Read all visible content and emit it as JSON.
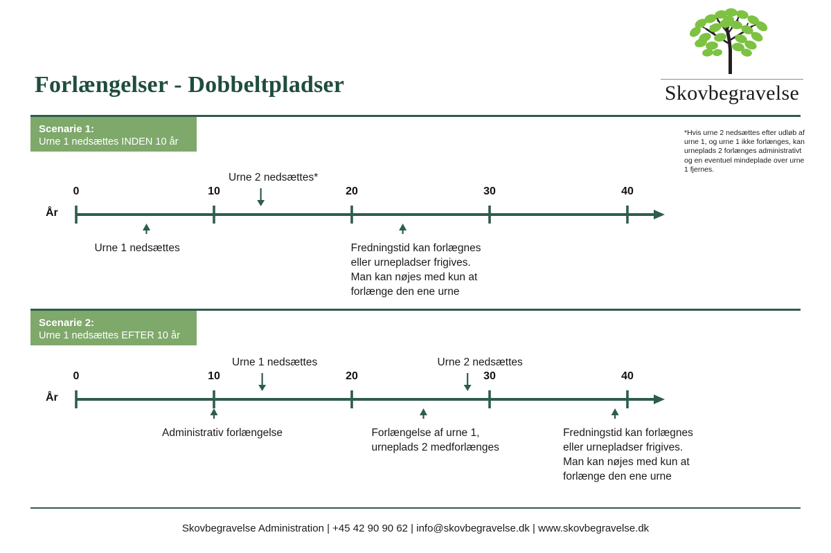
{
  "document": {
    "title": "Forlængelser - Dobbeltpladser"
  },
  "brand": {
    "name": "Skovbegravelse",
    "logo_icon": "tree-icon",
    "green_dark": "#2e5d4b",
    "green_mid": "#7fa86b",
    "leaf_green": "#7dc242",
    "trunk": "#231f20"
  },
  "note": {
    "text": "*Hvis urne 2 nedsættes efter udløb af urne 1, og urne 1 ikke forlænges, kan urneplads 2 forlænges administrativt og en eventuel mindeplade over urne 1 fjernes."
  },
  "scenarios": [
    {
      "banner_title": "Scenarie 1:",
      "banner_subtitle": "Urne 1 nedsættes INDEN 10 år",
      "axis_label": "År",
      "ticks": [
        {
          "value": 0,
          "label": "0"
        },
        {
          "value": 10,
          "label": "10"
        },
        {
          "value": 20,
          "label": "20"
        },
        {
          "value": 30,
          "label": "30"
        },
        {
          "value": 40,
          "label": "40"
        }
      ],
      "markers_above": [
        {
          "label": "Urne 2 nedsættes*",
          "year": 13.4,
          "direction": "down"
        }
      ],
      "markers_below": [
        {
          "label": "Urne 1 nedsættes",
          "year": 5.1,
          "direction": "up"
        },
        {
          "label": "Fredningstid kan forlægnes\neller urnepladser frigives.\nMan kan nøjes med kun at\nforlænge den ene urne",
          "year": 23.7,
          "direction": "up"
        }
      ]
    },
    {
      "banner_title": "Scenarie 2:",
      "banner_subtitle": "Urne 1 nedsættes EFTER 10 år",
      "axis_label": "År",
      "ticks": [
        {
          "value": 0,
          "label": "0"
        },
        {
          "value": 10,
          "label": "10"
        },
        {
          "value": 20,
          "label": "20"
        },
        {
          "value": 30,
          "label": "30"
        },
        {
          "value": 40,
          "label": "40"
        }
      ],
      "markers_above": [
        {
          "label": "Urne 1 nedsættes",
          "year": 13.5,
          "direction": "down"
        },
        {
          "label": "Urne 2 nedsættes",
          "year": 28.4,
          "direction": "down"
        }
      ],
      "markers_below": [
        {
          "label": "Administrativ forlængelse",
          "year": 10.0,
          "direction": "up"
        },
        {
          "label": "Forlængelse af urne 1,\nurneplads 2 medforlænges",
          "year": 25.2,
          "direction": "up"
        },
        {
          "label": "Fredningstid kan forlægnes\neller urnepladser frigives.\nMan kan nøjes med kun at\nforlænge den ene urne",
          "year": 39.1,
          "direction": "up"
        }
      ]
    }
  ],
  "footer": {
    "text": "Skovbegravelse Administration | +45 42 90 90 62 | info@skovbegravelse.dk | www.skovbegravelse.dk"
  }
}
